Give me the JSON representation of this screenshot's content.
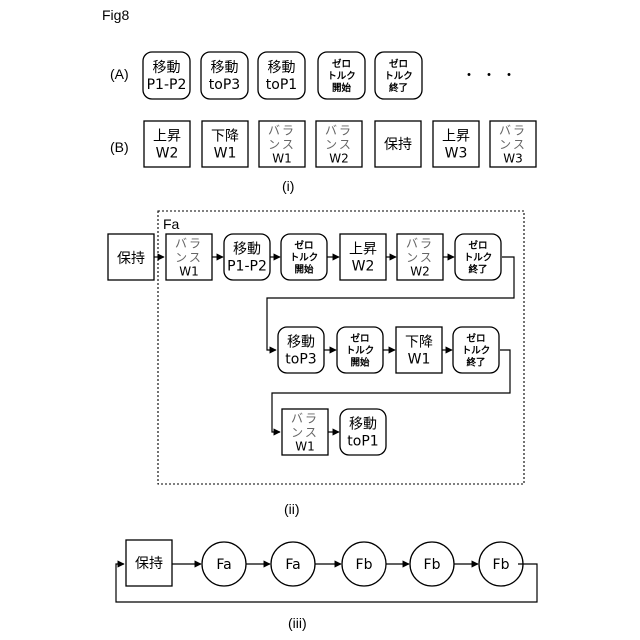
{
  "figure_title": "Fig8",
  "row_a": {
    "label": "(A)",
    "items": [
      {
        "lines": [
          "移動",
          "P1-P2"
        ]
      },
      {
        "lines": [
          "移動",
          "toP3"
        ]
      },
      {
        "lines": [
          "移動",
          "toP1"
        ]
      },
      {
        "lines": [
          "ゼロ",
          "トルク",
          "開始"
        ]
      },
      {
        "lines": [
          "ゼロ",
          "トルク",
          "終了"
        ]
      }
    ],
    "ellipsis": "・・・"
  },
  "row_b": {
    "label": "(B)",
    "items": [
      {
        "lines": [
          "上昇",
          "W2"
        ]
      },
      {
        "lines": [
          "下降",
          "W1"
        ]
      },
      {
        "lines": [
          "バラ",
          "ンス",
          "W1"
        ]
      },
      {
        "lines": [
          "バラ",
          "ンス",
          "W2"
        ]
      },
      {
        "lines": [
          "保持"
        ]
      },
      {
        "lines": [
          "上昇",
          "W3"
        ]
      },
      {
        "lines": [
          "バラ",
          "ンス",
          "W3"
        ]
      }
    ]
  },
  "caption_i": "(i)",
  "section_ii": {
    "hold": "保持",
    "group_label": "Fa",
    "row1": [
      {
        "lines": [
          "バラ",
          "ンス",
          "W1"
        ]
      },
      {
        "lines": [
          "移動",
          "P1-P2"
        ]
      },
      {
        "lines": [
          "ゼロ",
          "トルク",
          "開始"
        ]
      },
      {
        "lines": [
          "上昇",
          "W2"
        ]
      },
      {
        "lines": [
          "バラ",
          "ンス",
          "W2"
        ]
      },
      {
        "lines": [
          "ゼロ",
          "トルク",
          "終了"
        ]
      }
    ],
    "row2": [
      {
        "lines": [
          "移動",
          "toP3"
        ]
      },
      {
        "lines": [
          "ゼロ",
          "トルク",
          "開始"
        ]
      },
      {
        "lines": [
          "下降",
          "W1"
        ]
      },
      {
        "lines": [
          "ゼロ",
          "トルク",
          "終了"
        ]
      }
    ],
    "row3": [
      {
        "lines": [
          "バラ",
          "ンス",
          "W1"
        ]
      },
      {
        "lines": [
          "移動",
          "toP1"
        ]
      }
    ]
  },
  "caption_ii": "(ii)",
  "section_iii": {
    "hold": "保持",
    "circles": [
      "Fa",
      "Fa",
      "Fb",
      "Fb",
      "Fb"
    ]
  },
  "caption_iii": "(iii)"
}
